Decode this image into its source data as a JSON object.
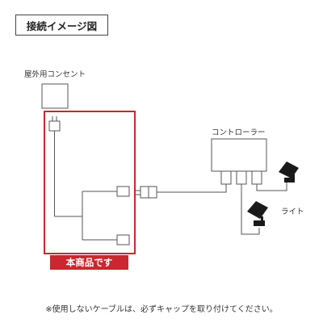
{
  "title": "接続イメージ図",
  "labels": {
    "outlet": "屋外用コンセント",
    "controller": "コントローラー",
    "light": "ライト",
    "product": "本商品です"
  },
  "note": "※使用しないケーブルは、必ずキャップを取り付けてください。",
  "colors": {
    "accent": "#c8282e",
    "line": "#555555",
    "fixture": "#1a1a1a"
  }
}
